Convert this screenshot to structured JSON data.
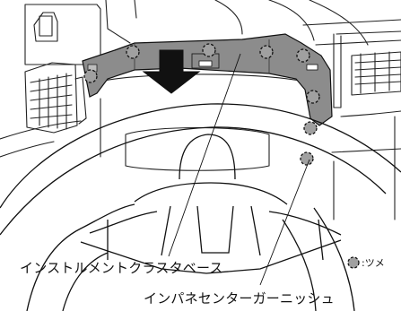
{
  "labels": {
    "instrument_cluster_base": "インストルメントクラスタベース",
    "inpane_center_garnish": "インパネセンターガーニッシュ"
  },
  "legend": {
    "text": ":ツメ",
    "icon": "clip-symbol"
  },
  "colors": {
    "part_fill": "#8c8c8c",
    "line": "#111111"
  }
}
